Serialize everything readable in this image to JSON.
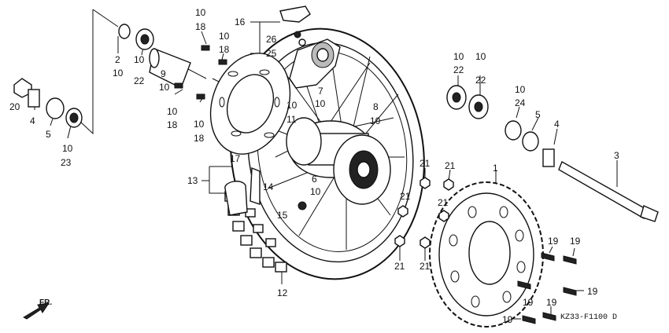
{
  "diagram": {
    "code": "KZ33-F1100 D",
    "direction": "FR.",
    "labels": [
      {
        "id": "l2",
        "text": "2"
      },
      {
        "id": "l10a",
        "text": "10"
      },
      {
        "id": "l22a",
        "text": "22"
      },
      {
        "id": "l9",
        "text": "9"
      },
      {
        "id": "l10b",
        "text": "10"
      },
      {
        "id": "l18a",
        "text": "18"
      },
      {
        "id": "l10c",
        "text": "10"
      },
      {
        "id": "l18b",
        "text": "18"
      },
      {
        "id": "l16",
        "text": "16"
      },
      {
        "id": "l26",
        "text": "26"
      },
      {
        "id": "l25",
        "text": "25"
      },
      {
        "id": "l20",
        "text": "20"
      },
      {
        "id": "l4a",
        "text": "4"
      },
      {
        "id": "l5a",
        "text": "5"
      },
      {
        "id": "l10d",
        "text": "10"
      },
      {
        "id": "l23",
        "text": "23"
      },
      {
        "id": "l10e",
        "text": "10"
      },
      {
        "id": "l18c",
        "text": "18"
      },
      {
        "id": "l10f",
        "text": "10"
      },
      {
        "id": "l18d",
        "text": "18"
      },
      {
        "id": "l17",
        "text": "17"
      },
      {
        "id": "l7",
        "text": "7"
      },
      {
        "id": "l10g",
        "text": "10"
      },
      {
        "id": "l10h",
        "text": "10"
      },
      {
        "id": "l11",
        "text": "11"
      },
      {
        "id": "l8",
        "text": "8"
      },
      {
        "id": "l10i",
        "text": "10"
      },
      {
        "id": "l10j",
        "text": "10"
      },
      {
        "id": "l22b",
        "text": "22"
      },
      {
        "id": "l10k",
        "text": "10"
      },
      {
        "id": "l22c",
        "text": "22"
      },
      {
        "id": "l10l",
        "text": "10"
      },
      {
        "id": "l24",
        "text": "24"
      },
      {
        "id": "l5b",
        "text": "5"
      },
      {
        "id": "l4b",
        "text": "4"
      },
      {
        "id": "l3",
        "text": "3"
      },
      {
        "id": "l13",
        "text": "13"
      },
      {
        "id": "l14",
        "text": "14"
      },
      {
        "id": "l6",
        "text": "6"
      },
      {
        "id": "l10m",
        "text": "10"
      },
      {
        "id": "l15",
        "text": "15"
      },
      {
        "id": "l12",
        "text": "12"
      },
      {
        "id": "l21a",
        "text": "21"
      },
      {
        "id": "l21b",
        "text": "21"
      },
      {
        "id": "l21c",
        "text": "21"
      },
      {
        "id": "l21d",
        "text": "21"
      },
      {
        "id": "l21e",
        "text": "21"
      },
      {
        "id": "l21f",
        "text": "21"
      },
      {
        "id": "l1",
        "text": "1"
      },
      {
        "id": "l19a",
        "text": "19"
      },
      {
        "id": "l19b",
        "text": "19"
      },
      {
        "id": "l19c",
        "text": "19"
      },
      {
        "id": "l19d",
        "text": "19"
      },
      {
        "id": "l19e",
        "text": "19"
      },
      {
        "id": "l19f",
        "text": "19"
      }
    ]
  }
}
